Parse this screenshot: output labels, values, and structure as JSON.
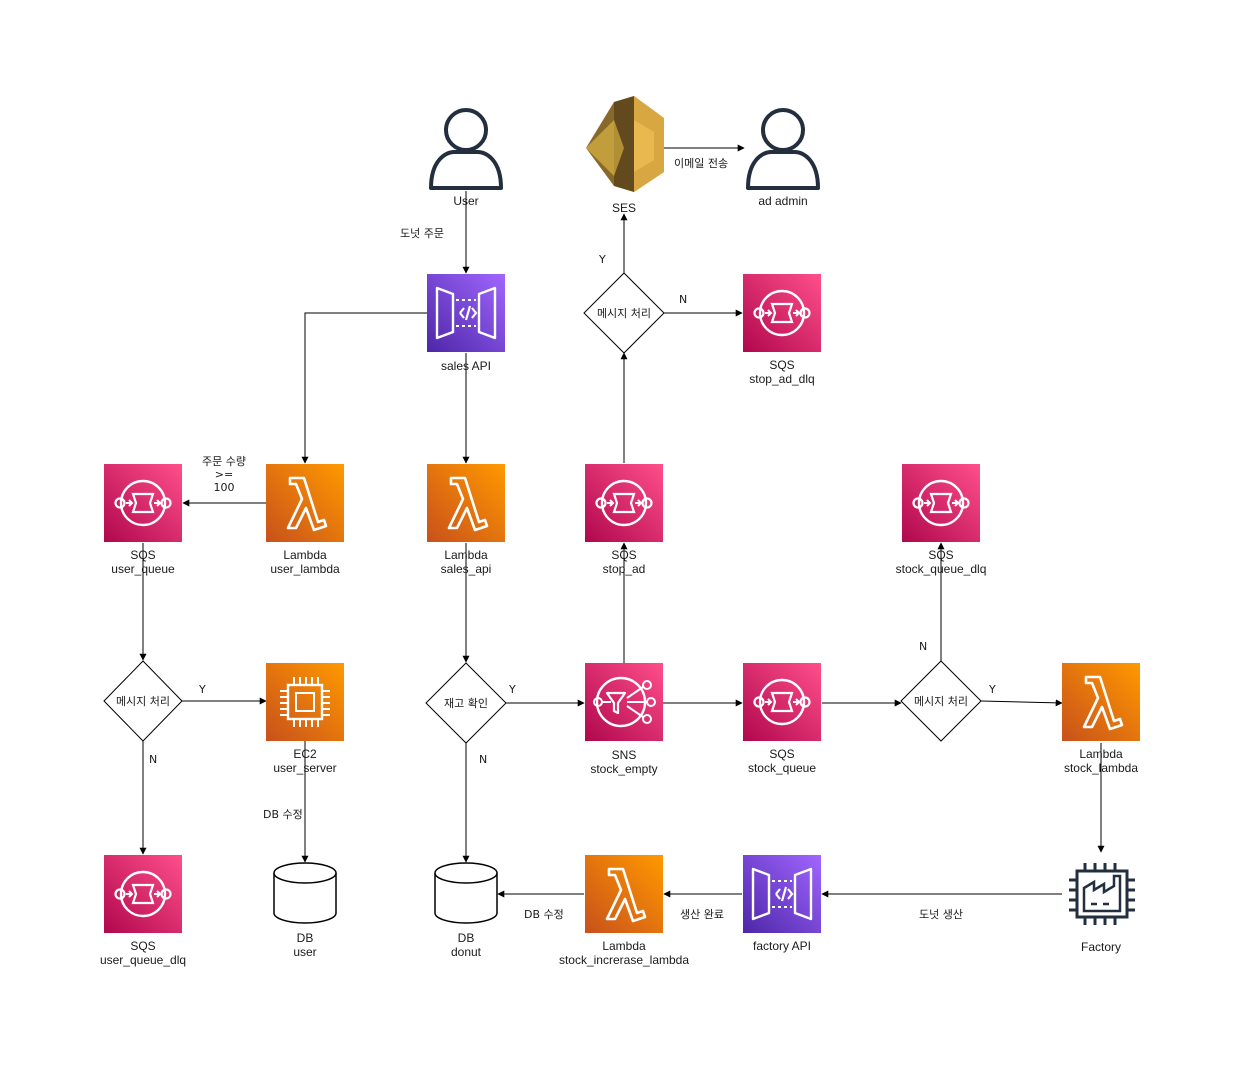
{
  "nodes": {
    "user": {
      "label": "User"
    },
    "ses": {
      "label": "SES"
    },
    "ad_admin": {
      "label": "ad admin"
    },
    "sales_api_gw": {
      "label": "sales API"
    },
    "stop_ad_dlq": {
      "label_1": "SQS",
      "label_2": "stop_ad_dlq"
    },
    "user_queue": {
      "label_1": "SQS",
      "label_2": "user_queue"
    },
    "user_lambda": {
      "label_1": "Lambda",
      "label_2": "user_lambda"
    },
    "sales_api_lambda": {
      "label_1": "Lambda",
      "label_2": "sales_api"
    },
    "stop_ad": {
      "label_1": "SQS",
      "label_2": "stop_ad"
    },
    "stock_queue_dlq": {
      "label_1": "SQS",
      "label_2": "stock_queue_dlq"
    },
    "user_server": {
      "label_1": "EC2",
      "label_2": "user_server"
    },
    "stock_empty": {
      "label_1": "SNS",
      "label_2": "stock_empty"
    },
    "stock_queue": {
      "label_1": "SQS",
      "label_2": "stock_queue"
    },
    "stock_lambda": {
      "label_1": "Lambda",
      "label_2": "stock_lambda"
    },
    "user_queue_dlq": {
      "label_1": "SQS",
      "label_2": "user_queue_dlq"
    },
    "db_user": {
      "label_1": "DB",
      "label_2": "user"
    },
    "db_donut": {
      "label_1": "DB",
      "label_2": "donut"
    },
    "stock_incr_lambda": {
      "label_1": "Lambda",
      "label_2": "stock_increrase_lambda"
    },
    "factory_api": {
      "label": "factory API"
    },
    "factory": {
      "label": "Factory"
    }
  },
  "decisions": {
    "d_ad": "메시지 처리",
    "d_user": "메시지 처리",
    "d_stock_check": "재고 확인",
    "d_stock": "메시지 처리"
  },
  "edge_labels": {
    "donut_order": "도넛 주문",
    "email_send": "이메일 전송",
    "ad_yes": "Y",
    "ad_no": "N",
    "order_qty_1": "주문 수량",
    "order_qty_2": ">=",
    "order_qty_3": "100",
    "user_yes": "Y",
    "user_no": "N",
    "db_update_user": "DB 수정",
    "stock_yes": "Y",
    "stock_no": "N",
    "sq_no": "N",
    "sq_yes": "Y",
    "db_update_donut": "DB 수정",
    "prod_done": "생산 완료",
    "donut_prod": "도넛 생산"
  },
  "colors": {
    "sqs": "#E7157B",
    "lambda": "#ED7100",
    "apigw": "#8C4FFF",
    "ses": "#D9A741"
  }
}
